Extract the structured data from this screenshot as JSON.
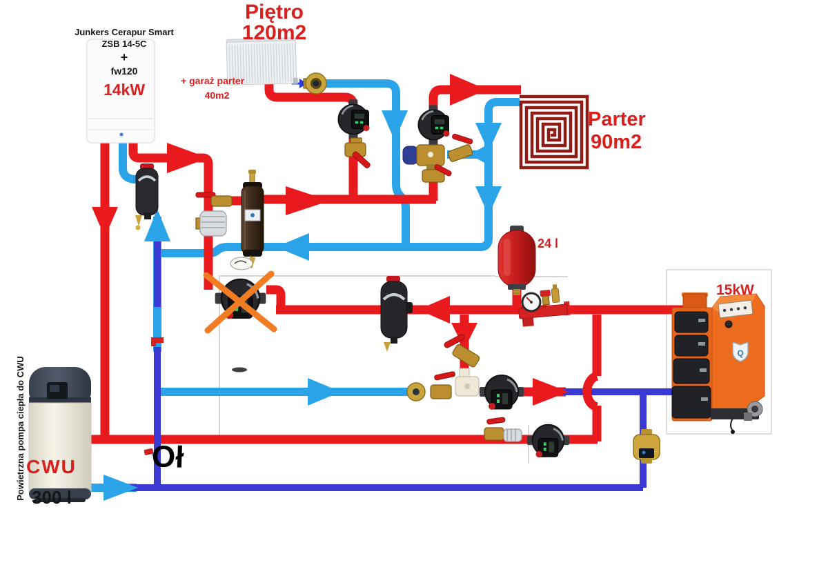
{
  "labels": {
    "floor1_title": "Piętro",
    "floor1_area": "120m2",
    "boiler_brand_line1": "Junkers Cerapur Smart",
    "boiler_brand_line2": "ZSB 14-5C",
    "boiler_plus": "+",
    "boiler_module": "fw120",
    "boiler_power": "14kW",
    "garage_line1": "+ garaż parter",
    "garage_line2": "40m2",
    "ground_title": "Parter",
    "ground_area": "90m2",
    "vessel_capacity": "24 l",
    "solid_boiler_power": "15kW",
    "solid_boiler_logo": "Q",
    "dhw_label": "CWU",
    "dhw_capacity": "300 l",
    "heat_pump_caption": "Powietrzna pompa ciepła do CWU",
    "valve_symbol": "Oł"
  },
  "colors": {
    "supply": "#e81a1d",
    "return": "#2aa3e8",
    "dhw": "#3a39d3",
    "coil": "#8e1b15",
    "text_red": "#d8201f",
    "cross": "#f07d24"
  }
}
